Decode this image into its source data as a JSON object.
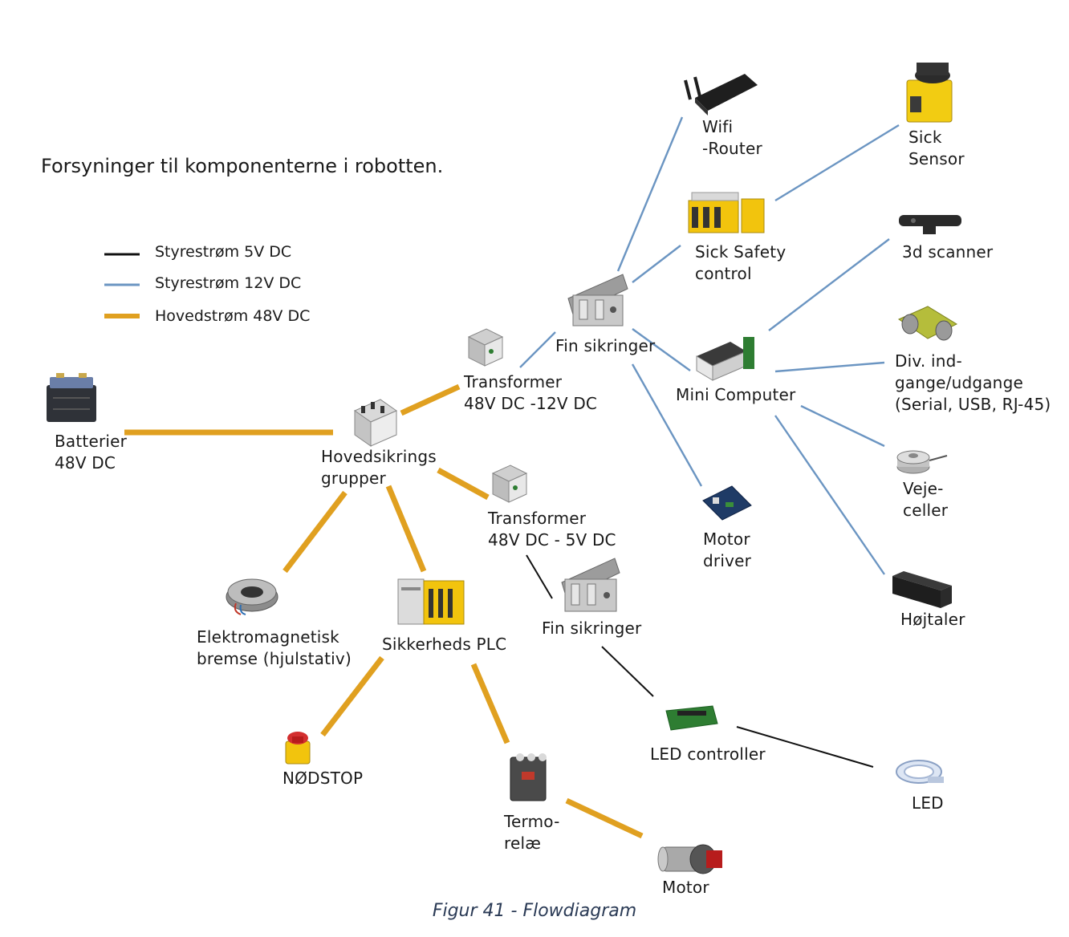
{
  "title": "Forsyninger til komponenterne i robotten.",
  "legend": [
    {
      "label": "Styrestrøm 5V DC",
      "color": "#111111"
    },
    {
      "label": "Styrestrøm 12V DC",
      "color": "#6b95c2"
    },
    {
      "label": "Hovedstrøm 48V DC",
      "color": "#e0a020"
    }
  ],
  "nodes": {
    "battery": "Batterier\n48V DC",
    "main_fuses": "Hovedsikrings\ngrupper",
    "transformer_12v": "Transformer\n48V DC -12V DC",
    "transformer_5v": "Transformer\n48V DC - 5V DC",
    "fine_fuses_top": "Fin sikringer",
    "fine_fuses_bottom": "Fin sikringer",
    "wifi_router": "Wifi\n-Router",
    "sick_safety": "Sick Safety\ncontrol",
    "sick_sensor": "Sick\nSensor",
    "scanner_3d": "3d scanner",
    "mini_computer": "Mini Computer",
    "io_ports": "Div. ind-\ngange/udgange\n(Serial, USB, RJ-45)",
    "load_cells": "Veje-\nceller",
    "speaker": "Højtaler",
    "motor_driver": "Motor\ndriver",
    "brake": "Elektromagnetisk\nbremse (hjulstativ)",
    "safety_plc": "Sikkerheds PLC",
    "estop": "NØDSTOP",
    "thermal_relay": "Termo-\nrelæ",
    "motor": "Motor",
    "led_controller": "LED controller",
    "led": "LED"
  },
  "caption": "Figur 41 - Flowdiagram"
}
